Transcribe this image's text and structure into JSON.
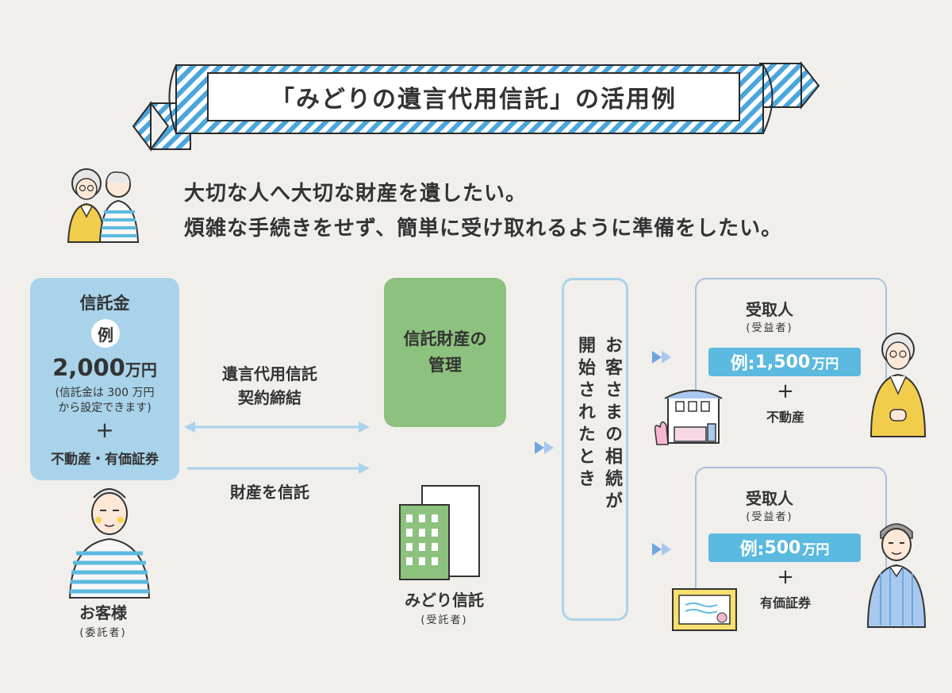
{
  "banner": {
    "title": "「みどりの遺言代用信託」の活用例"
  },
  "intro": {
    "line1": "大切な人へ大切な財産を遺したい。",
    "line2": "煩雑な手続きをせず、簡単に受け取れるように準備をしたい。"
  },
  "customer": {
    "trust_money_label": "信託金",
    "example_badge": "例",
    "amount_number": "2,000",
    "amount_unit": "万円",
    "note_line1": "(信託金は 300 万円",
    "note_line2": "から設定できます)",
    "plus": "+",
    "assets": "不動産・有価証券",
    "name": "お客様",
    "role": "(委託者)"
  },
  "flow": {
    "contract_line1": "遺言代用信託",
    "contract_line2": "契約締結",
    "entrust_label": "財産を信託"
  },
  "trustee": {
    "manage_line1": "信託財産の",
    "manage_line2": "管理",
    "name": "みどり信託",
    "role": "(受託者)"
  },
  "trigger": {
    "col1": "お客さまの相続が",
    "col2": "開始されたとき"
  },
  "beneficiaries": [
    {
      "title": "受取人",
      "role": "(受益者)",
      "amount_prefix": "例: ",
      "amount_number": "1,500",
      "amount_unit": "万円",
      "plus": "+",
      "asset": "不動産"
    },
    {
      "title": "受取人",
      "role": "(受益者)",
      "amount_prefix": "例: ",
      "amount_number": "500",
      "amount_unit": "万円",
      "plus": "+",
      "asset": "有価証券"
    }
  ],
  "colors": {
    "accent_blue": "#5cb9e0",
    "light_blue": "#a8d3ea",
    "green": "#8dc17e",
    "bracket": "#a9bfe0",
    "background": "#f1efec"
  }
}
